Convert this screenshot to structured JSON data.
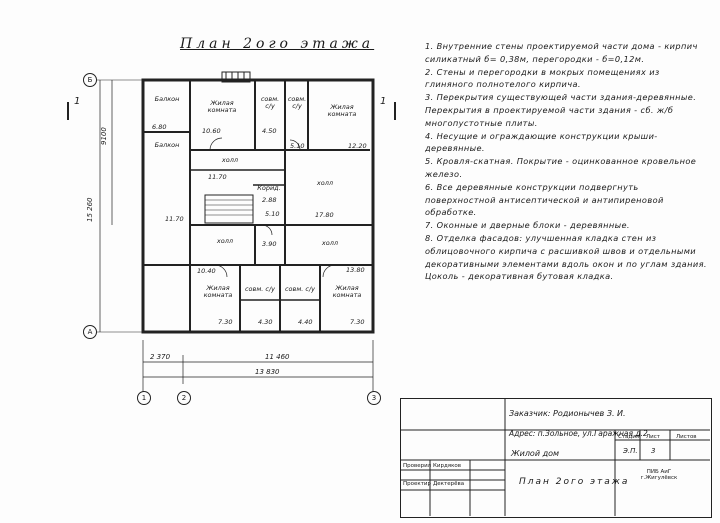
{
  "plan": {
    "title": "План 2ого этажа",
    "axis_left": "1",
    "axis_right": "1",
    "axes": {
      "b": "Б",
      "a": "А",
      "n1": "1",
      "n2": "2",
      "n3": "3"
    },
    "rooms": [
      {
        "id": "balcony-top",
        "label": "Балкон"
      },
      {
        "id": "living-1",
        "label": "Жилая комната"
      },
      {
        "id": "bath-1",
        "label": "совм. с/у"
      },
      {
        "id": "bath-2",
        "label": "совм. с/у"
      },
      {
        "id": "living-2",
        "label": "Жилая комната"
      },
      {
        "id": "balcony-2",
        "label": "Балкон"
      },
      {
        "id": "hall-1",
        "label": "холл"
      },
      {
        "id": "corridor",
        "label": "Корид."
      },
      {
        "id": "hall-2",
        "label": "холл"
      },
      {
        "id": "hall-3",
        "label": "холл"
      },
      {
        "id": "hall-4",
        "label": "холл"
      },
      {
        "id": "living-3",
        "label": "Жилая комната"
      },
      {
        "id": "bath-3",
        "label": "совм. с/у"
      },
      {
        "id": "bath-4",
        "label": "совм. с/у"
      },
      {
        "id": "living-4",
        "label": "Жилая комната"
      }
    ],
    "areas": [
      "6.80",
      "10.60",
      "4.50",
      "5.10",
      "12.20",
      "11.70",
      "2.88",
      "5.10",
      "17.80",
      "11.70",
      "3.90",
      "10.40",
      "13.80",
      "7.30",
      "4.30",
      "4.40",
      "7.30"
    ],
    "dims": {
      "bottom_a": "2 370",
      "bottom_b": "11 460",
      "total": "13 830",
      "left_inner": "9100",
      "left_total": "15 260"
    }
  },
  "notes": [
    "1. Внутренние стены проектируемой части дома - кирпич силикатный б= 0,38м, перегородки - б=0,12м.",
    "2. Стены и перегородки в мокрых помещениях из глиняного полнотелого кирпича.",
    "3. Перекрытия существующей части здания-деревянные. Перекрытия в проектируемой части здания - сб. ж/б многопустотные плиты.",
    "4. Несущие и ограждающие конструкции крыши-деревянные.",
    "5. Кровля-скатная. Покрытие - оцинкованное кровельное железо.",
    "6. Все деревянные конструкции подвергнуть поверхностной антисептической и антипиреновой обработке.",
    "7. Оконные и дверные блоки - деревянные.",
    "8. Отделка фасадов: улучшенная кладка стен из облицовочного кирпича с расшивкой швов и отдельными декоративными элементами вдоль окон и по углам здания. Цоколь - декоративная бутовая кладка."
  ],
  "stamp": {
    "customer": "Заказчик: Родионычев З. И.",
    "address": "Адрес: п.Зольное, ул.Гаражная д.2",
    "building": "Жилой дом",
    "sheet_title": "План 2ого этажа",
    "checked_label": "Проверил",
    "checked_name": "Кирдяков",
    "designer_label": "Проектир",
    "designer_name": "Дектерёва",
    "stage_h": "Стадия",
    "sheet_h": "Лист",
    "sheets_h": "Листов",
    "stage": "Э.П.",
    "sheet_no": "3",
    "org": "ПИБ АиГ г.Жигулёвск"
  }
}
